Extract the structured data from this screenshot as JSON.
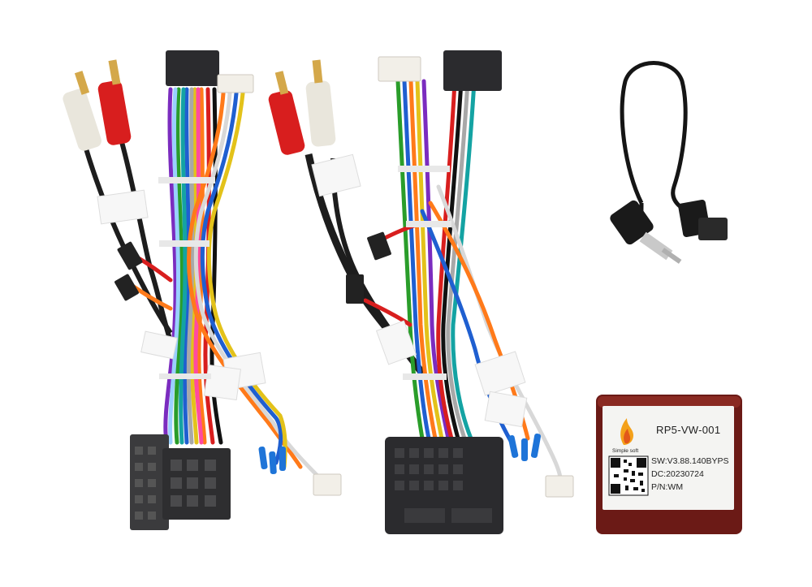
{
  "photo": {
    "background": "#ffffff",
    "items": [
      {
        "name": "rca-aux-harness-left",
        "description": "ISO car radio wiring harness with red and white RCA plugs"
      },
      {
        "name": "quadlock-harness-center",
        "description": "Quadlock car radio wiring harness with red and white RCA plugs"
      },
      {
        "name": "antenna-adapter-cable",
        "description": "Black antenna adapter cable with angled plug"
      },
      {
        "name": "canbus-decoder-module",
        "description": "Dark red CANBUS decoder box with white label"
      }
    ]
  },
  "module_label": {
    "model": "RP5-VW-001",
    "brand": "Simple soft",
    "sw": "SW:V3.88.140BYPS",
    "dc": "DC:20230724",
    "pn": "P/N:WM"
  },
  "colors": {
    "red_rca": "#d81e1e",
    "white_rca": "#e9e6dc",
    "connector_black": "#2b2b2e",
    "module_red": "#6b1a16",
    "label_white": "#f4f4f2"
  }
}
